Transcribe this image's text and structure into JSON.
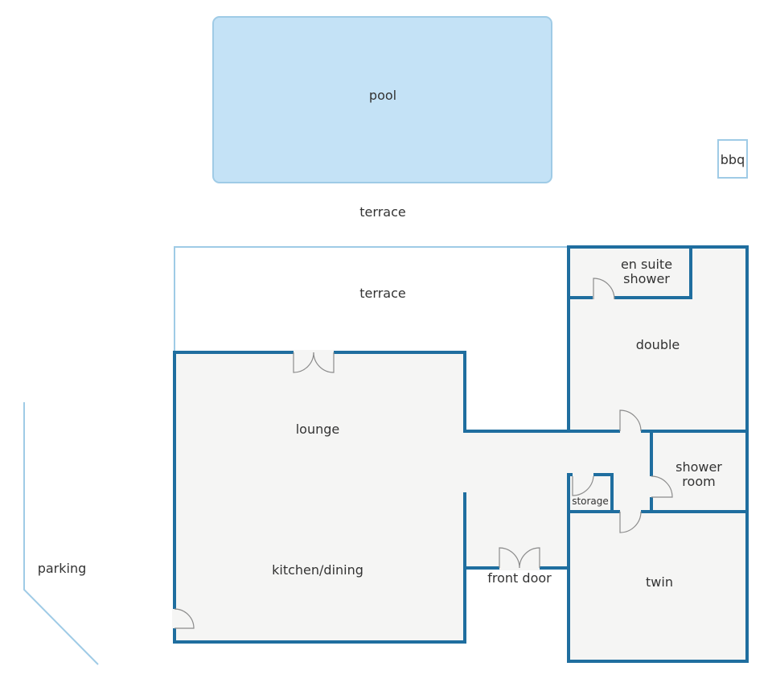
{
  "labels": {
    "pool": "pool",
    "bbq": "bbq",
    "terrace_outer": "terrace",
    "terrace_inner": "terrace",
    "en_suite_line1": "en suite",
    "en_suite_line2": "shower",
    "double": "double",
    "lounge": "lounge",
    "shower_room_line1": "shower",
    "shower_room_line2": "room",
    "storage": "storage",
    "kitchen_dining": "kitchen/dining",
    "front_door": "front door",
    "twin": "twin",
    "parking": "parking"
  },
  "colors": {
    "wall": "#1f6e9f",
    "light_outline": "#9fcbe6",
    "pool_fill": "#c4e2f6",
    "floor": "#f5f5f4",
    "door": "#8c8c8c",
    "text": "#333333"
  }
}
